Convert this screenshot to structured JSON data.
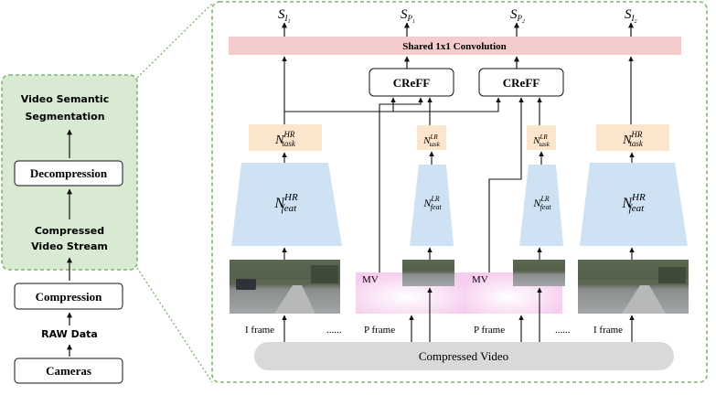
{
  "pipeline": {
    "cameras": "Cameras",
    "raw_data": "RAW Data",
    "compression": "Compression",
    "compressed_stream_line1": "Compressed",
    "compressed_stream_line2": "Video Stream",
    "decompression": "Decompression",
    "vss_line1": "Video Semantic",
    "vss_line2": "Segmentation"
  },
  "detail": {
    "shared_conv": "Shared 1x1 Convolution",
    "creff": "CReFF",
    "compressed_video": "Compressed Video",
    "i_frame": "I frame",
    "p_frame": "P frame",
    "ellipsis": "......",
    "mv": "MV",
    "net_letter": "N",
    "hr": "HR",
    "lr": "LR",
    "task": "task",
    "feat": "feat",
    "s_letter": "S",
    "out_I1": "I",
    "out_I1_sub": "1",
    "out_P1": "P",
    "out_P1_sub": "1",
    "out_P2": "P",
    "out_P2_sub": "2",
    "out_I2": "I",
    "out_I2_sub": "2"
  },
  "colors": {
    "green_fill": "#d9ead3",
    "green_border": "#7fb56d",
    "conv_fill": "#f4cccc",
    "task_fill": "#fce5cd",
    "feat_fill": "#cfe2f3",
    "video_fill": "#d9d9d9",
    "mv_fill": "#fbe3f7"
  }
}
